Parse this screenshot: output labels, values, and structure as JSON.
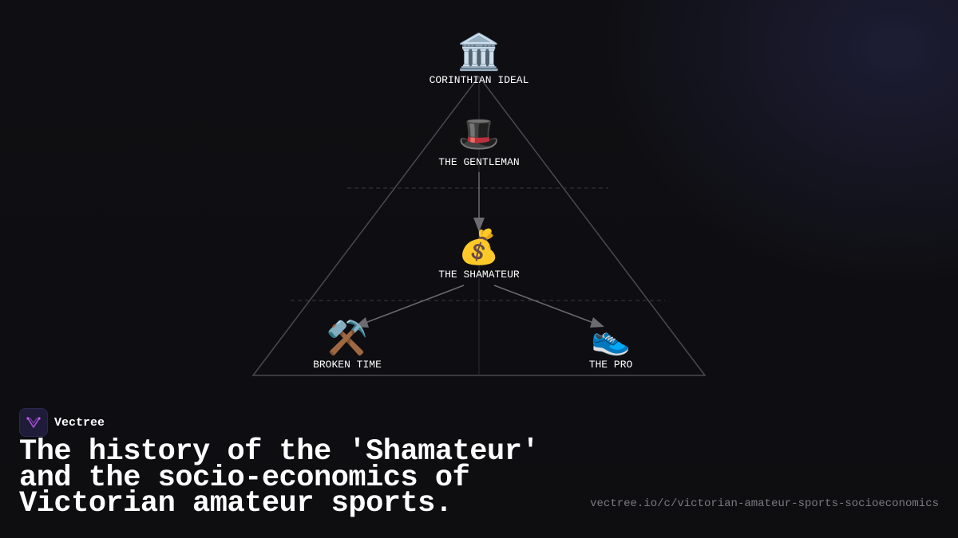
{
  "diagram": {
    "nodes": [
      {
        "id": "corinthian",
        "icon": "classical-building-icon",
        "glyph": "🏛️",
        "label": "CORINTHIAN IDEAL"
      },
      {
        "id": "gentleman",
        "icon": "top-hat-icon",
        "glyph": "🎩",
        "label": "THE GENTLEMAN"
      },
      {
        "id": "shamateur",
        "icon": "money-bag-icon",
        "glyph": "💰",
        "label": "THE SHAMATEUR"
      },
      {
        "id": "broken-time",
        "icon": "hammer-and-pick-icon",
        "glyph": "⚒️",
        "label": "BROKEN TIME"
      },
      {
        "id": "pro",
        "icon": "running-shoe-icon",
        "glyph": "👟",
        "label": "THE PRO"
      }
    ],
    "edges": [
      {
        "from": "gentleman",
        "to": "shamateur"
      },
      {
        "from": "shamateur",
        "to": "broken-time"
      },
      {
        "from": "shamateur",
        "to": "pro"
      }
    ]
  },
  "brand": {
    "name": "Vectree",
    "logo_icon": "vectree-logo-icon"
  },
  "headline": {
    "lines": [
      "The history of the 'Shamateur'",
      "and the socio-economics of",
      "Victorian amateur sports."
    ]
  },
  "url": "vectree.io/c/victorian-amateur-sports-socioeconomics",
  "colors": {
    "background": "#0f0f12",
    "line": "#4a4a4e",
    "arrow": "#6c6c70",
    "text": "#ffffff",
    "muted": "#7a7a80",
    "logo_accent": "#b04fe0"
  }
}
